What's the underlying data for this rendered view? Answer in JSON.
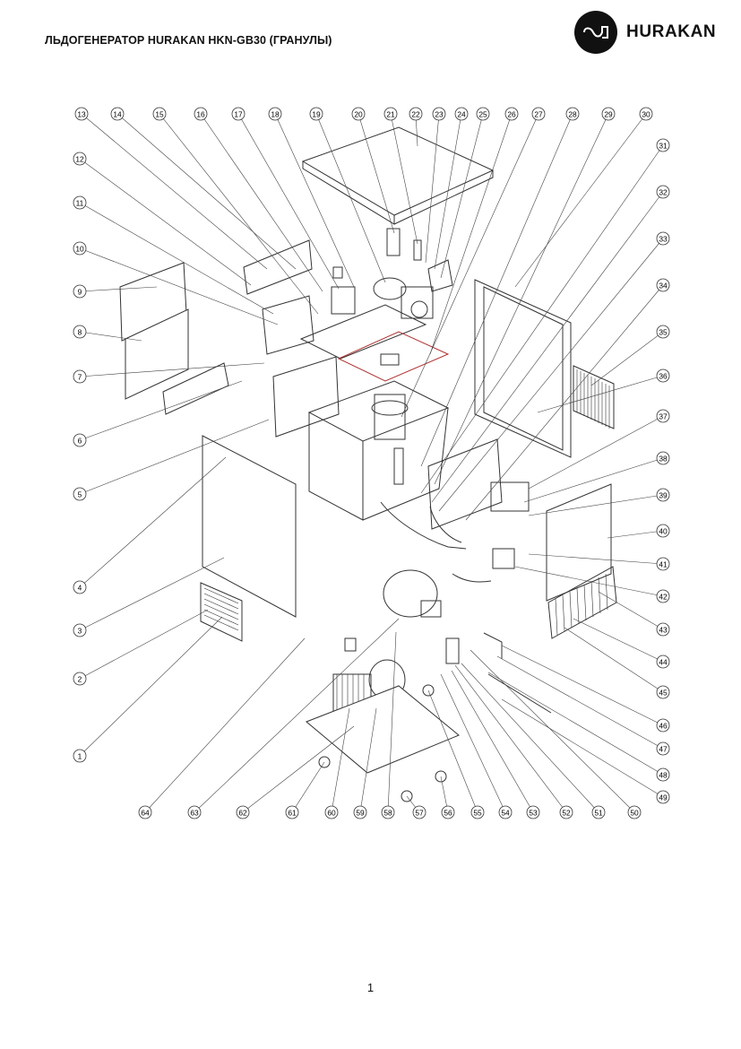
{
  "document": {
    "title": "ЛЬДОГЕНЕРАТОР HURAKAN HKN-GB30 (ГРАНУЛЫ)",
    "page_number": "1"
  },
  "brand": {
    "name": "HURAKAN",
    "logo_icon": "wave-loop-icon",
    "logo_color": "#111111"
  },
  "diagram": {
    "line_color": "#333333",
    "accent_color": "#b03030",
    "callouts": [
      "1",
      "2",
      "3",
      "4",
      "5",
      "6",
      "7",
      "8",
      "9",
      "10",
      "11",
      "12",
      "13",
      "14",
      "15",
      "16",
      "17",
      "18",
      "19",
      "20",
      "21",
      "22",
      "23",
      "24",
      "25",
      "26",
      "27",
      "28",
      "29",
      "30",
      "31",
      "32",
      "33",
      "34",
      "35",
      "36",
      "37",
      "38",
      "39",
      "40",
      "41",
      "42",
      "43",
      "44",
      "45",
      "46",
      "47",
      "48",
      "49",
      "50",
      "51",
      "52",
      "53",
      "54",
      "55",
      "56",
      "57",
      "58",
      "59",
      "60",
      "61",
      "62",
      "63",
      "64"
    ]
  }
}
